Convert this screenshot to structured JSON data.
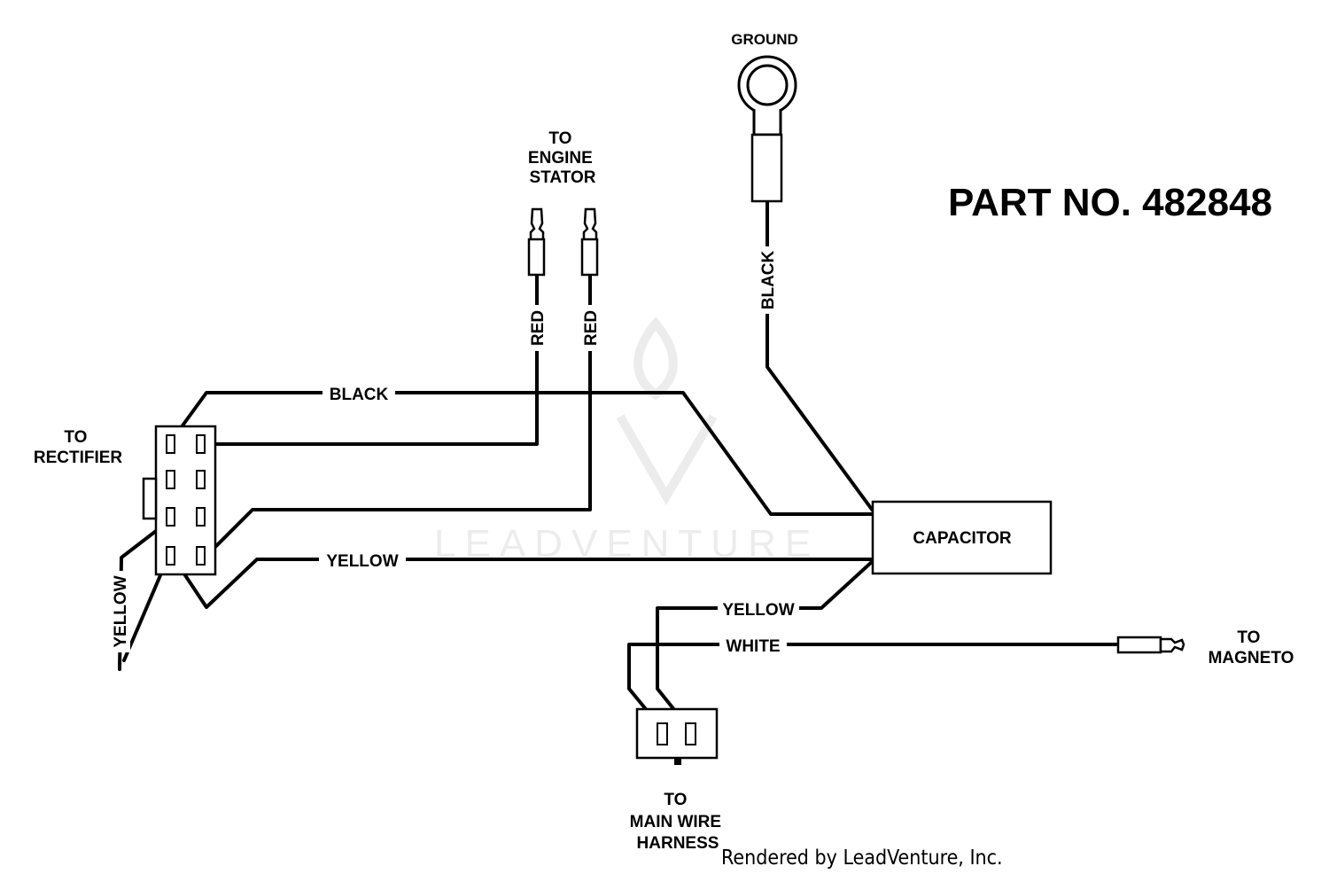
{
  "title": "PART NO. 482848",
  "watermark": "LEADVENTURE",
  "credit": "Rendered by LeadVenture, Inc.",
  "components": {
    "ground": "GROUND",
    "engine_stator": [
      "TO",
      "ENGINE",
      "STATOR"
    ],
    "rectifier": [
      "TO",
      "RECTIFIER"
    ],
    "capacitor": "CAPACITOR",
    "magneto": [
      "TO",
      "MAGNETO"
    ],
    "main_harness": [
      "TO",
      "MAIN WIRE",
      "HARNESS"
    ]
  },
  "wires": {
    "black_top": "BLACK",
    "black_ground": "BLACK",
    "red_1": "RED",
    "red_2": "RED",
    "yellow_main": "YELLOW",
    "yellow_left": "YELLOW",
    "yellow_harness": "YELLOW",
    "white": "WHITE"
  },
  "colors": {
    "ink": "#000000",
    "background": "#ffffff",
    "watermark": "#ececec"
  }
}
